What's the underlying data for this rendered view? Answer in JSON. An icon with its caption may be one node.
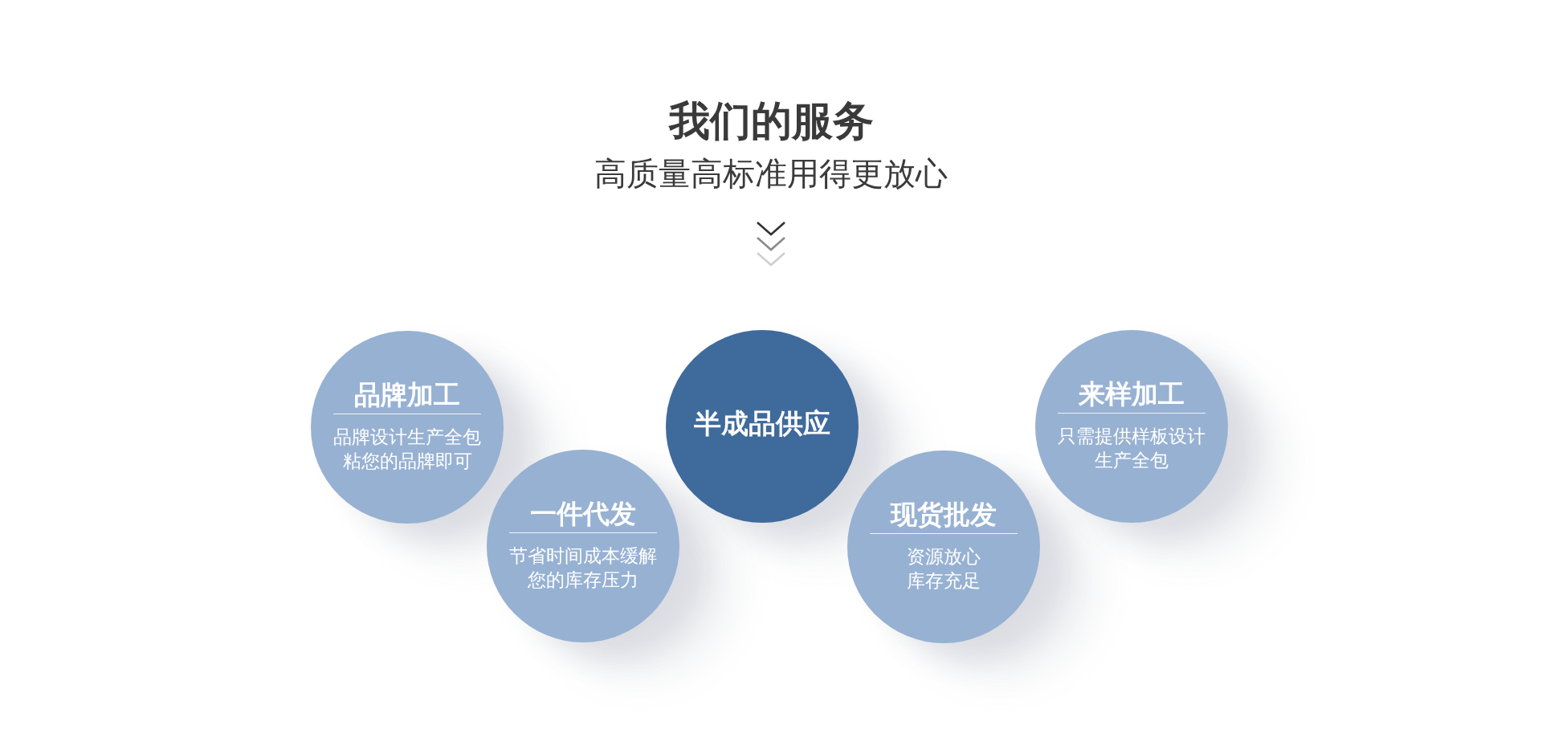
{
  "diagram": {
    "title": "我们的服务",
    "nodes": [
      {
        "text": [
          "品牌加工",
          "品牌设计生产全包粘您的品牌即可"
        ]
      },
      {
        "text": [
          "一件代发",
          "节省时间成本缓解您的库存压力"
        ]
      },
      {
        "text": [
          "半成品供应"
        ]
      },
      {
        "text": [
          "现货批发",
          "资源放心库存充足"
        ]
      },
      {
        "text": [
          "来样加工",
          "只需提供样板设计生产全包"
        ]
      }
    ],
    "labels": [
      "高质量高标准用得更放心"
    ]
  }
}
